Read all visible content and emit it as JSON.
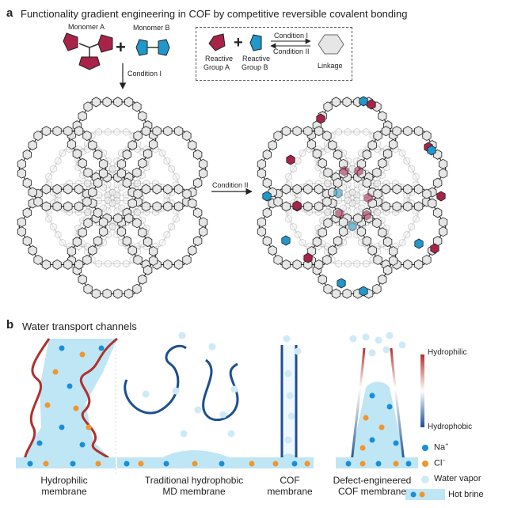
{
  "panel_a": {
    "letter": "a",
    "title": "Functionality gradient engineering in COF by competitive reversible covalent bonding",
    "monomer_a": "Monomer A",
    "monomer_b": "Monomer B",
    "plus": "+",
    "condition_1": "Condition I",
    "condition_2": "Condition II",
    "legend": {
      "reactive_a_1": "Reactive",
      "reactive_a_2": "Group A",
      "reactive_b_1": "Reactive",
      "reactive_b_2": "Group B",
      "cond_1": "Condition I",
      "cond_2": "Condition II",
      "linkage": "Linkage"
    }
  },
  "panel_b": {
    "letter": "b",
    "title": "Water transport channels",
    "captions": [
      {
        "line1": "Hydrophilic",
        "line2": "membrane"
      },
      {
        "line1": "Traditional hydrophobic",
        "line2": "MD membrane"
      },
      {
        "line1": "COF",
        "line2": "membrane"
      },
      {
        "line1": "Defect-engineered",
        "line2": "COF membrane"
      }
    ],
    "legend": {
      "hydrophilic": "Hydrophilic",
      "hydrophobic": "Hydrophobic",
      "na": "Na",
      "na_sup": "+",
      "cl": "Cl",
      "cl_sup": "−",
      "vapor": "Water vapor",
      "brine": "Hot brine"
    }
  },
  "colors": {
    "group_a": "#a8234a",
    "group_b": "#1f98cc",
    "hydrophilic_line": "#b0312f",
    "hydrophobic_line": "#1d4f8f",
    "brine": "#bfe6f5",
    "na_ion": "#1a8fd6",
    "cl_ion": "#f0962c",
    "vapor": "#cfeaf7",
    "hexagon_fill": "#e6e6e6"
  }
}
